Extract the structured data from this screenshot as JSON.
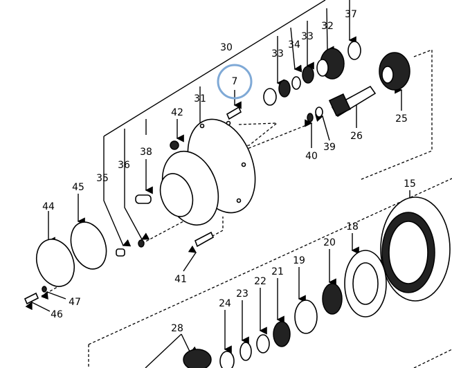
{
  "diagram": {
    "type": "exploded-parts-view",
    "highlight_color": "#7fa9d6",
    "highlighted_callout": "7",
    "callouts": [
      "37",
      "32",
      "33",
      "34",
      "33",
      "30",
      "7",
      "31",
      "42",
      "38",
      "36",
      "35",
      "45",
      "44",
      "25",
      "26",
      "39",
      "40",
      "15",
      "18",
      "20",
      "19",
      "21",
      "22",
      "23",
      "24",
      "28",
      "41",
      "47",
      "46"
    ]
  }
}
